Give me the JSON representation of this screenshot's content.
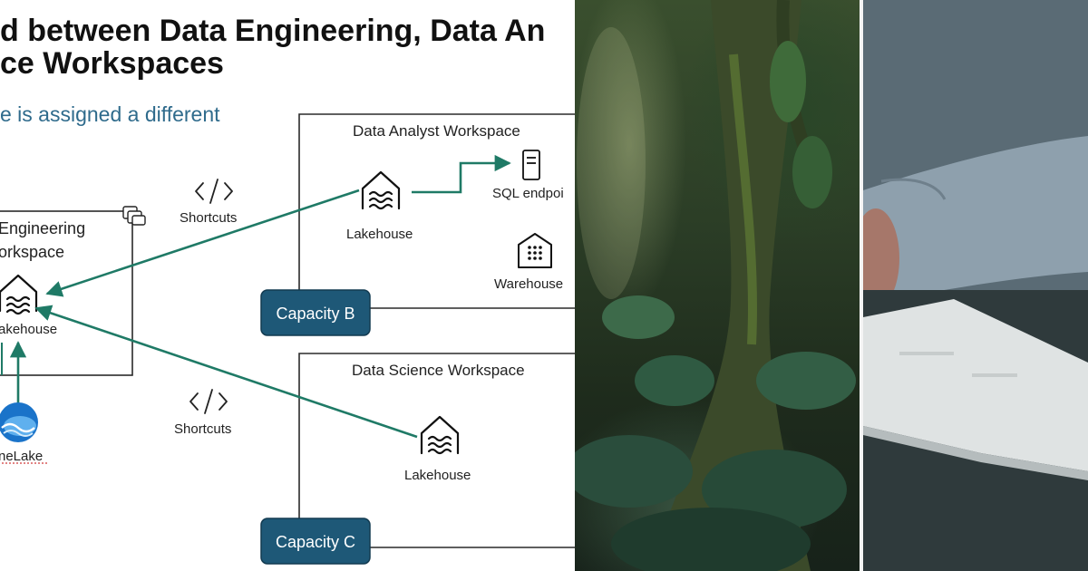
{
  "slide": {
    "title_line1": "d between Data Engineering, Data An",
    "title_line2": "ce Workspaces",
    "subtitle": "e is assigned a different"
  },
  "workspaces": {
    "engineering": {
      "label_line1": "Engineering",
      "label_line2": "orkspace",
      "lakehouse": "akehouse"
    },
    "analyst": {
      "title": "Data Analyst Workspace",
      "lakehouse": "Lakehouse",
      "sql": "SQL endpoi",
      "warehouse": "Warehouse"
    },
    "science": {
      "title": "Data Science Workspace",
      "lakehouse": "Lakehouse"
    }
  },
  "shortcuts": {
    "top": "Shortcuts",
    "bottom": "Shortcuts"
  },
  "capacities": {
    "b": "Capacity B",
    "c": "Capacity C"
  },
  "onelake": {
    "label": "neLake"
  },
  "colors": {
    "arrow": "#1f7a66",
    "capacity_fill": "#1e5877",
    "subtitle": "#2f6b8c"
  },
  "icons": {
    "lakehouse": "lakehouse-icon",
    "sql": "sql-endpoint-icon",
    "warehouse": "warehouse-icon",
    "shortcut": "code-brackets-icon",
    "onelake": "onelake-icon"
  }
}
